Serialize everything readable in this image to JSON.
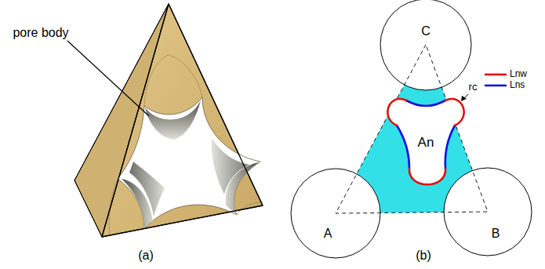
{
  "diagram": {
    "labels": [
      "pore body",
      "(a)",
      "C",
      "A",
      "B",
      "An",
      "rc",
      "(b)"
    ],
    "legend": [
      {
        "text": "Lnw"
      },
      {
        "text": "Lns"
      }
    ]
  }
}
